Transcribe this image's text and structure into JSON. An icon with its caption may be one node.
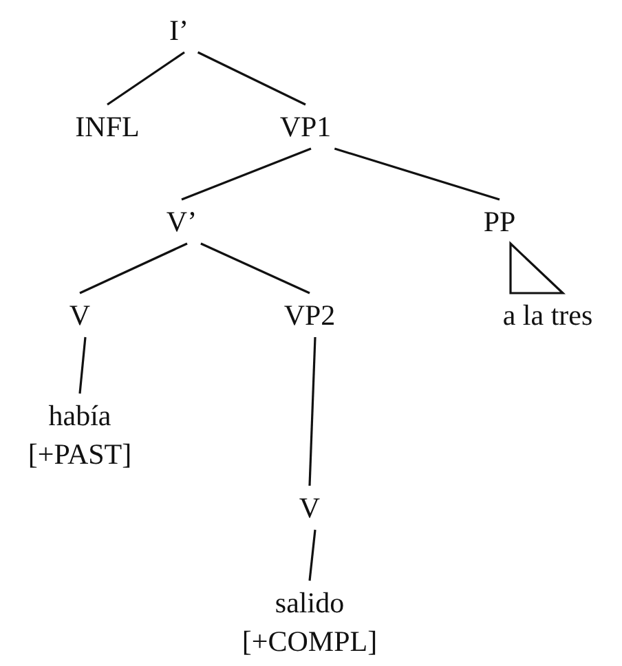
{
  "diagram": {
    "nodes": [
      {
        "text": [
          "I’"
        ]
      },
      {
        "text": [
          "INFL"
        ]
      },
      {
        "text": [
          "VP1"
        ]
      },
      {
        "text": [
          "V’"
        ]
      },
      {
        "text": [
          "PP"
        ]
      },
      {
        "text": [
          "V"
        ]
      },
      {
        "text": [
          "VP2"
        ]
      },
      {
        "text": [
          "a la tres"
        ]
      },
      {
        "text": [
          "había",
          "[+PAST]"
        ]
      },
      {
        "text": [
          "V"
        ]
      },
      {
        "text": [
          "salido",
          "[+COMPL]"
        ]
      }
    ],
    "edges": [
      {
        "from": 0,
        "to": 1,
        "arrow": "none"
      },
      {
        "from": 0,
        "to": 2,
        "arrow": "none"
      },
      {
        "from": 2,
        "to": 3,
        "arrow": "none"
      },
      {
        "from": 2,
        "to": 4,
        "arrow": "none"
      },
      {
        "from": 3,
        "to": 5,
        "arrow": "none"
      },
      {
        "from": 3,
        "to": 6,
        "arrow": "none"
      },
      {
        "from": 4,
        "to": 7,
        "arrow": "none"
      },
      {
        "from": 5,
        "to": 8,
        "arrow": "none"
      },
      {
        "from": 6,
        "to": 9,
        "arrow": "none"
      },
      {
        "from": 9,
        "to": 10,
        "arrow": "none"
      }
    ]
  }
}
